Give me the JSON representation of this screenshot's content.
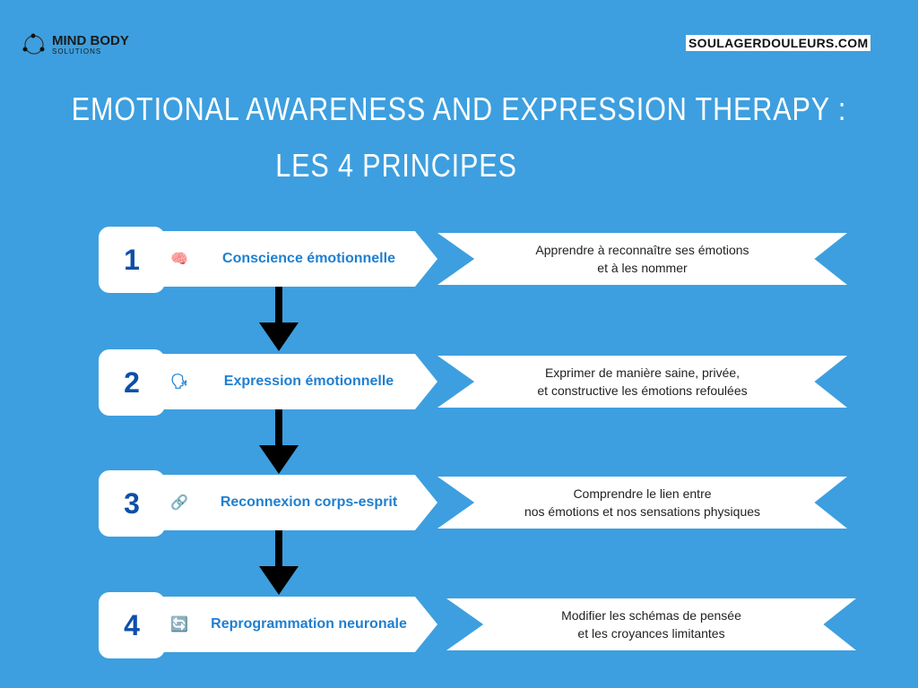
{
  "brand": {
    "name": "MIND BODY",
    "sub": "SOLUTIONS",
    "site": "SOULAGERDOULEURS.COM"
  },
  "title": {
    "line1": "Emotional Awareness and Expression Therapy :",
    "line2": "Les 4 principes"
  },
  "steps": [
    {
      "num": "1",
      "icon": "brain-icon",
      "glyph": "🧠",
      "label": "Conscience émotionnelle",
      "desc1": "Apprendre à reconnaître ses émotions",
      "desc2": "et à les nommer"
    },
    {
      "num": "2",
      "icon": "speaking-head-icon",
      "glyph": "🗣",
      "label": "Expression émotionnelle",
      "desc1": "Exprimer de manière saine, privée,",
      "desc2": "et constructive les émotions refoulées"
    },
    {
      "num": "3",
      "icon": "link-icon",
      "glyph": "🔗",
      "label": "Reconnexion corps-esprit",
      "desc1": "Comprendre le lien entre",
      "desc2": "nos émotions et nos sensations physiques"
    },
    {
      "num": "4",
      "icon": "refresh-icon",
      "glyph": "🔄",
      "label": "Reprogrammation neuronale",
      "desc1": "Modifier les schémas de pensée",
      "desc2": "et les croyances limitantes"
    }
  ]
}
